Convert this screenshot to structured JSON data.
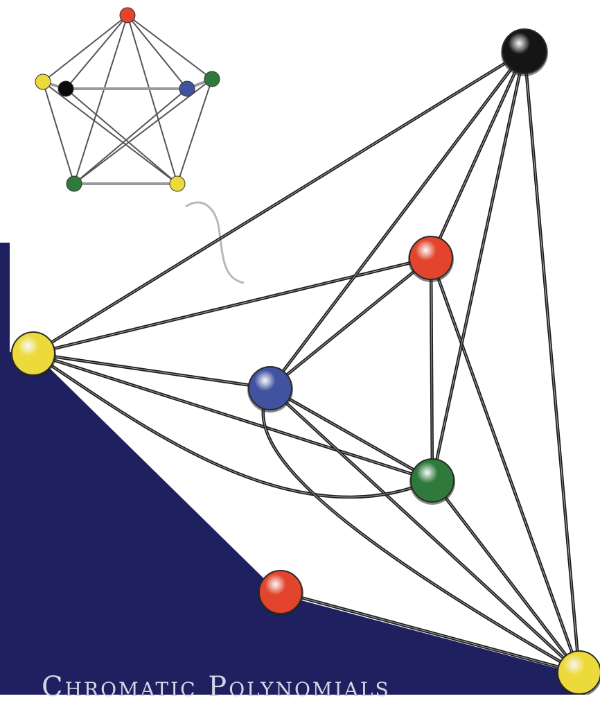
{
  "cover": {
    "title": "Chromatic Polynomials",
    "background_color": "#1f2060",
    "page_color": "#ffffff"
  },
  "graph_colors": {
    "red": "#e2452b",
    "yellow": "#ecd93a",
    "blue": "#4152a0",
    "green": "#2f7a3b",
    "black": "#151515",
    "small_black": "#0a0a0a"
  },
  "small_graph": {
    "vertices": [
      {
        "id": "s1",
        "color": "red"
      },
      {
        "id": "s2",
        "color": "yellow"
      },
      {
        "id": "s3",
        "color": "small_black"
      },
      {
        "id": "s4",
        "color": "blue"
      },
      {
        "id": "s5",
        "color": "green"
      },
      {
        "id": "s6",
        "color": "green"
      },
      {
        "id": "s7",
        "color": "yellow"
      }
    ],
    "edges": [
      [
        "s1",
        "s2"
      ],
      [
        "s1",
        "s5"
      ],
      [
        "s1",
        "s3"
      ],
      [
        "s1",
        "s4"
      ],
      [
        "s1",
        "s6"
      ],
      [
        "s1",
        "s7"
      ],
      [
        "s2",
        "s3"
      ],
      [
        "s2",
        "s6"
      ],
      [
        "s3",
        "s4"
      ],
      [
        "s4",
        "s5"
      ],
      [
        "s3",
        "s7"
      ],
      [
        "s4",
        "s6"
      ],
      [
        "s5",
        "s7"
      ],
      [
        "s6",
        "s7"
      ],
      [
        "s2",
        "s7"
      ],
      [
        "s5",
        "s6"
      ]
    ]
  },
  "large_graph": {
    "vertices": [
      {
        "id": "L-black",
        "color": "black"
      },
      {
        "id": "L-red1",
        "color": "red"
      },
      {
        "id": "L-yellow1",
        "color": "yellow"
      },
      {
        "id": "L-blue",
        "color": "blue"
      },
      {
        "id": "L-green",
        "color": "green"
      },
      {
        "id": "L-red2",
        "color": "red"
      },
      {
        "id": "L-yellow2",
        "color": "yellow"
      }
    ],
    "edges": [
      [
        "L-yellow1",
        "L-black"
      ],
      [
        "L-yellow1",
        "L-red1"
      ],
      [
        "L-yellow1",
        "L-blue"
      ],
      [
        "L-yellow1",
        "L-green"
      ],
      [
        "L-blue",
        "L-black"
      ],
      [
        "L-blue",
        "L-red1"
      ],
      [
        "L-blue",
        "L-green"
      ],
      [
        "L-blue",
        "L-yellow2"
      ],
      [
        "L-red1",
        "L-black"
      ],
      [
        "L-red1",
        "L-green"
      ],
      [
        "L-red1",
        "L-yellow2"
      ],
      [
        "L-green",
        "L-black"
      ],
      [
        "L-green",
        "L-yellow2"
      ],
      [
        "L-black",
        "L-yellow2"
      ],
      [
        "L-red2",
        "L-yellow2"
      ]
    ]
  }
}
